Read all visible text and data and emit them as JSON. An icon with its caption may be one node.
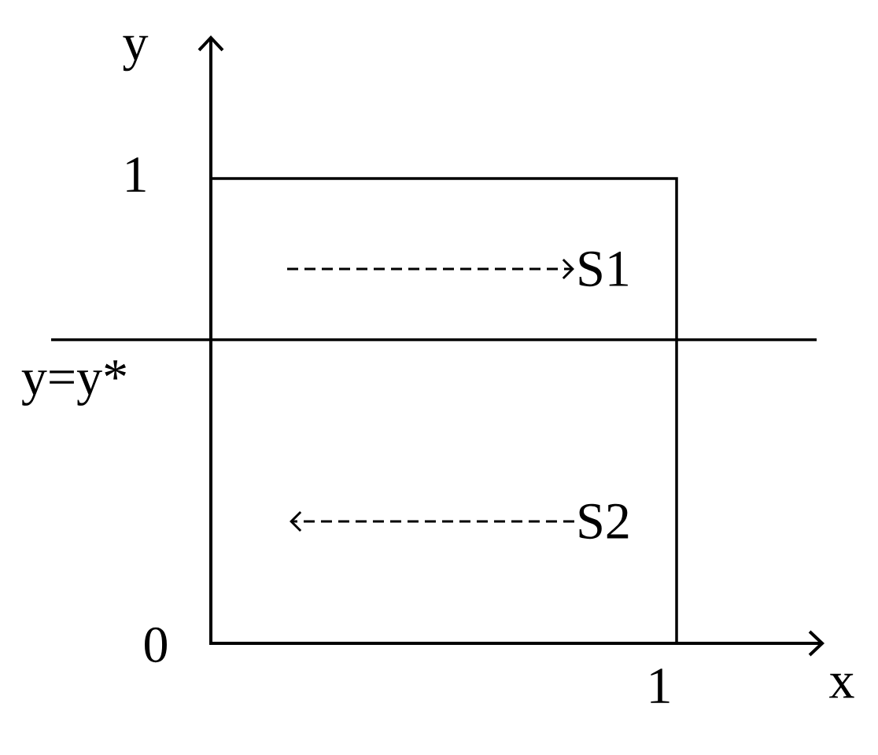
{
  "diagram": {
    "nodes": [
      {
        "text": [
          "S1"
        ]
      },
      {
        "text": [
          "S2"
        ]
      }
    ],
    "edges": [
      {
        "from": null,
        "to": 0,
        "arrow": "to",
        "style": "dashed"
      },
      {
        "from": 1,
        "to": null,
        "arrow": "to",
        "style": "dashed"
      }
    ],
    "labels": [
      "y",
      "1",
      "y=y*",
      "0",
      "1",
      "x"
    ]
  }
}
